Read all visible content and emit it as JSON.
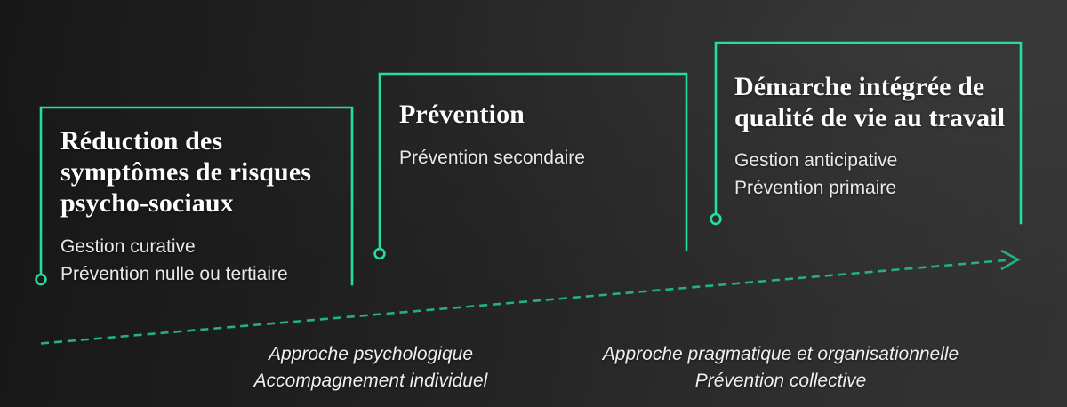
{
  "diagram": {
    "title_semantic": "echelle-de-maturite-qualite-de-vie-au-travail",
    "accent_color": "#24dda1",
    "accent_color_dim": "#1f9f76",
    "text_color": "#ffffff",
    "background_color_left": "#171717",
    "background_color_right": "#333333",
    "stages": [
      {
        "id": "stage-1",
        "heading": "Réduction des\nsymptômes de risques\npsycho‑sociaux",
        "details": "Gestion curative\nPrévention nulle ou tertiaire",
        "marker": "circle-node-icon"
      },
      {
        "id": "stage-2",
        "heading": "Prévention",
        "details": "Prévention secondaire",
        "marker": "circle-node-icon"
      },
      {
        "id": "stage-3",
        "heading": "Démarche intégrée de\nqualité de vie au travail",
        "details": "Gestion anticipative\nPrévention primaire",
        "marker": "circle-node-icon"
      }
    ],
    "axis": {
      "arrow_icon": "dashed-arrow-right-icon",
      "captions": [
        {
          "id": "caption-left",
          "text": "Approche psychologique\nAccompagnement individuel"
        },
        {
          "id": "caption-right",
          "text": "Approche pragmatique et organisationnelle\nPrévention collective"
        }
      ]
    }
  }
}
